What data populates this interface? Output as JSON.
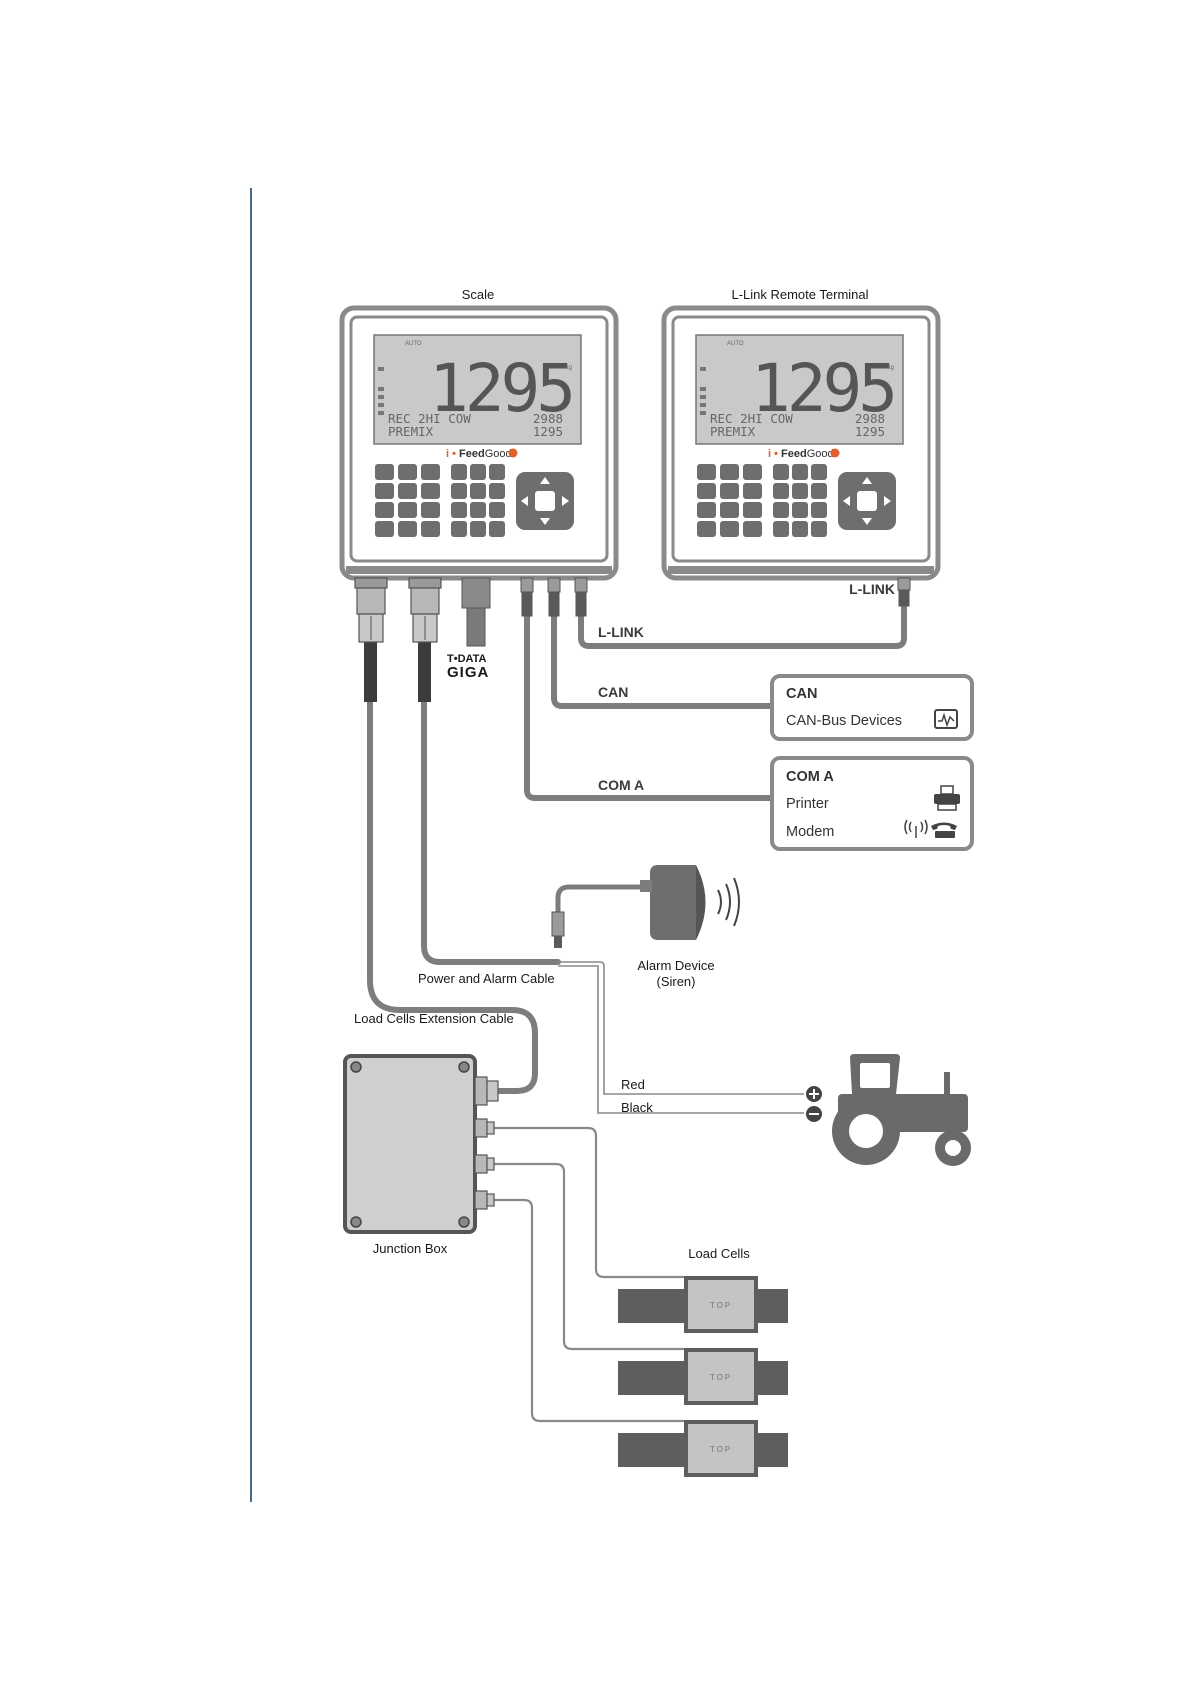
{
  "labels": {
    "scale": "Scale",
    "remote_terminal": "L-Link Remote Terminal",
    "llink_port": "L-LINK",
    "llink_cable": "L-LINK",
    "can_cable": "CAN",
    "com_a_cable": "COM A",
    "tdata": "T•DATA",
    "giga": "GIGA",
    "alarm_device": "Alarm Device",
    "alarm_device_sub": "(Siren)",
    "power_alarm_cable": "Power and Alarm Cable",
    "load_cells_ext_cable": "Load Cells Extension Cable",
    "junction_box": "Junction Box",
    "red": "Red",
    "black": "Black",
    "load_cells": "Load Cells"
  },
  "display": {
    "weight": "1295",
    "unit": "kg",
    "line1_left": "REC 2HI COW",
    "line1_right": "2988",
    "line2_left": "PREMIX",
    "line2_right": "1295",
    "auto": "AUTO",
    "brand_i": "i",
    "brand_feed": "Feed",
    "brand_good": "Good"
  },
  "can_box": {
    "title": "CAN",
    "item": "CAN-Bus Devices",
    "icon": "signal-monitor-icon"
  },
  "com_box": {
    "title": "COM A",
    "item1": "Printer",
    "item2": "Modem",
    "icons": [
      "printer-icon",
      "antenna-icon",
      "telephone-icon"
    ]
  },
  "load_cell_mark": "TOP",
  "colors": {
    "device_frame": "#8a8a8a",
    "screen": "#c9c9c9",
    "key": "#6e6e6e",
    "cable": "#7d7d7d",
    "cable_dark": "#3c3c3c",
    "junction_box": "#cfcfcf",
    "tractor": "#6a6a6a",
    "margin_rule": "#4a6a8a",
    "brand_orange": "#e0602a"
  }
}
